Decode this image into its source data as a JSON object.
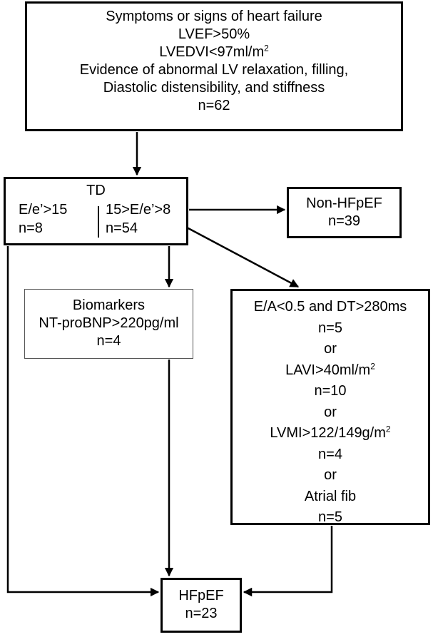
{
  "criteria": {
    "lines": [
      "Symptoms or signs of heart failure",
      "LVEF>50%",
      "LVEDVI<97ml/m",
      "Evidence of abnormal LV relaxation, filling,",
      "Diastolic distensibility, and stiffness",
      "n=62"
    ],
    "lvedvi_sup": "2"
  },
  "td": {
    "title": "TD",
    "left": {
      "label": "E/e’>15",
      "n": "n=8"
    },
    "right": {
      "label": "15>E/e’>8",
      "n": "n=54"
    }
  },
  "non_hfpef": {
    "label": "Non-HFpEF",
    "n": "n=39"
  },
  "biomarkers": {
    "title": "Biomarkers",
    "criterion": "NT-proBNP>220pg/ml",
    "n": "n=4"
  },
  "other_criteria": {
    "ea_dt": "E/A<0.5 and DT>280ms",
    "ea_dt_n": "n=5",
    "or_1": "or",
    "lavi": "LAVI>40ml/m",
    "lavi_sup": "2",
    "lavi_n": "n=10",
    "or_2": "or",
    "lvmi": "LVMI>122/149g/m",
    "lvmi_sup": "2",
    "lvmi_n": "n=4",
    "or_3": "or",
    "af": "Atrial fib",
    "af_n": "n=5"
  },
  "hfpef": {
    "label": "HFpEF",
    "n": "n=23"
  }
}
